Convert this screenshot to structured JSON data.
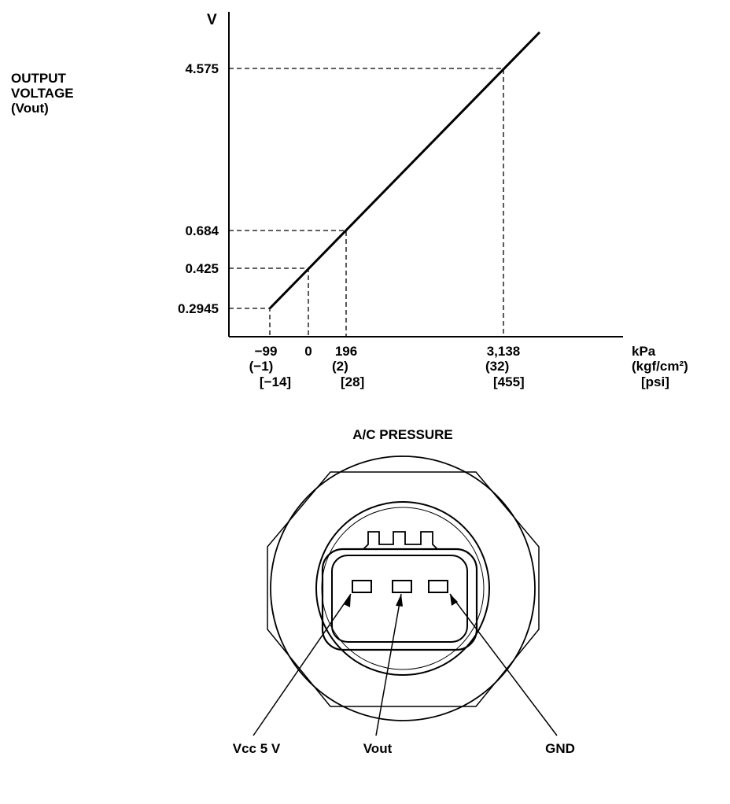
{
  "chart_data": {
    "type": "line",
    "title": "",
    "ylabel": [
      "OUTPUT",
      "VOLTAGE",
      "(Vout)"
    ],
    "yunit": "V",
    "xunit": [
      "kPa",
      "(kgf/cm²)",
      "[psi]"
    ],
    "yticks": [
      "4.575",
      "0.684",
      "0.425",
      "0.2945"
    ],
    "xticks": [
      {
        "kpa": "−99",
        "kgf": "(−1)",
        "psi": "[−14]"
      },
      {
        "kpa": "0",
        "kgf": "",
        "psi": ""
      },
      {
        "kpa": "196",
        "kgf": "(2)",
        "psi": "[28]"
      },
      {
        "kpa": "3,138",
        "kgf": "(32)",
        "psi": "[455]"
      }
    ],
    "series": [
      {
        "x_kpa": [
          -99,
          0,
          196,
          3138
        ],
        "y_v": [
          0.2945,
          0.425,
          0.684,
          4.575
        ]
      }
    ],
    "grid": false
  },
  "connector": {
    "title": "A/C PRESSURE",
    "pins": [
      "Vcc 5 V",
      "Vout",
      "GND"
    ]
  }
}
